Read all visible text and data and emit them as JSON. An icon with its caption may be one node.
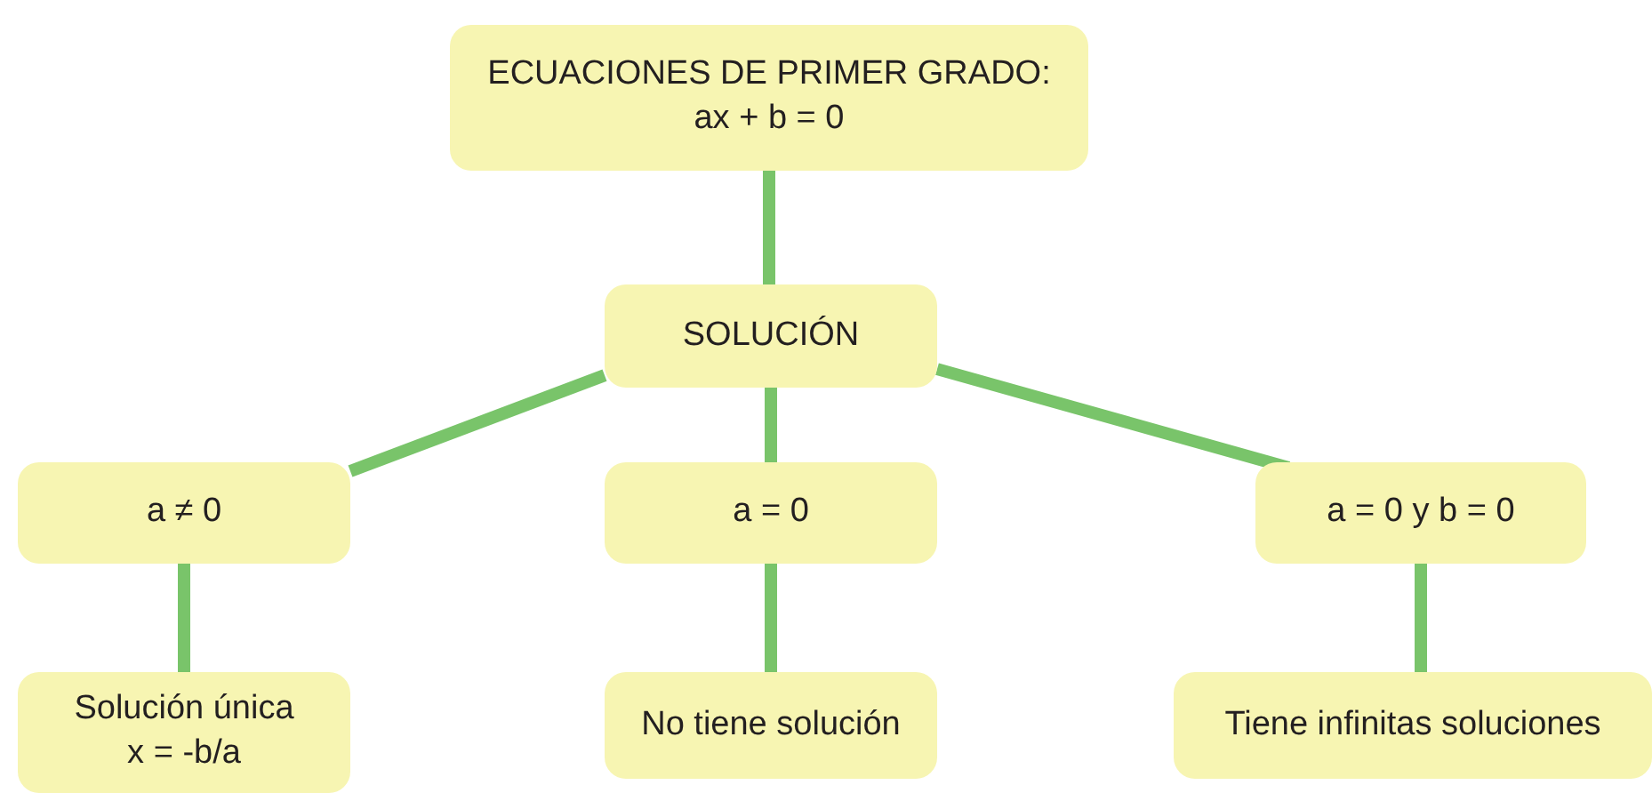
{
  "diagram": {
    "nodes": [
      {
        "text": [
          "ECUACIONES DE PRIMER GRADO:",
          "ax + b = 0"
        ]
      },
      {
        "text": [
          "SOLUCIÓN"
        ]
      },
      {
        "text": [
          "a ≠ 0"
        ]
      },
      {
        "text": [
          "a = 0"
        ]
      },
      {
        "text": [
          "a = 0 y b = 0"
        ]
      },
      {
        "text": [
          "Solución única",
          "x = -b/a"
        ]
      },
      {
        "text": [
          "No tiene solución"
        ]
      },
      {
        "text": [
          "Tiene infinitas soluciones"
        ]
      }
    ],
    "edges": [
      {
        "from": 0,
        "to": 1,
        "arrow": "none"
      },
      {
        "from": 1,
        "to": 2,
        "arrow": "none"
      },
      {
        "from": 1,
        "to": 3,
        "arrow": "none"
      },
      {
        "from": 1,
        "to": 4,
        "arrow": "none"
      },
      {
        "from": 2,
        "to": 5,
        "arrow": "none"
      },
      {
        "from": 3,
        "to": 6,
        "arrow": "none"
      },
      {
        "from": 4,
        "to": 7,
        "arrow": "none"
      }
    ]
  }
}
